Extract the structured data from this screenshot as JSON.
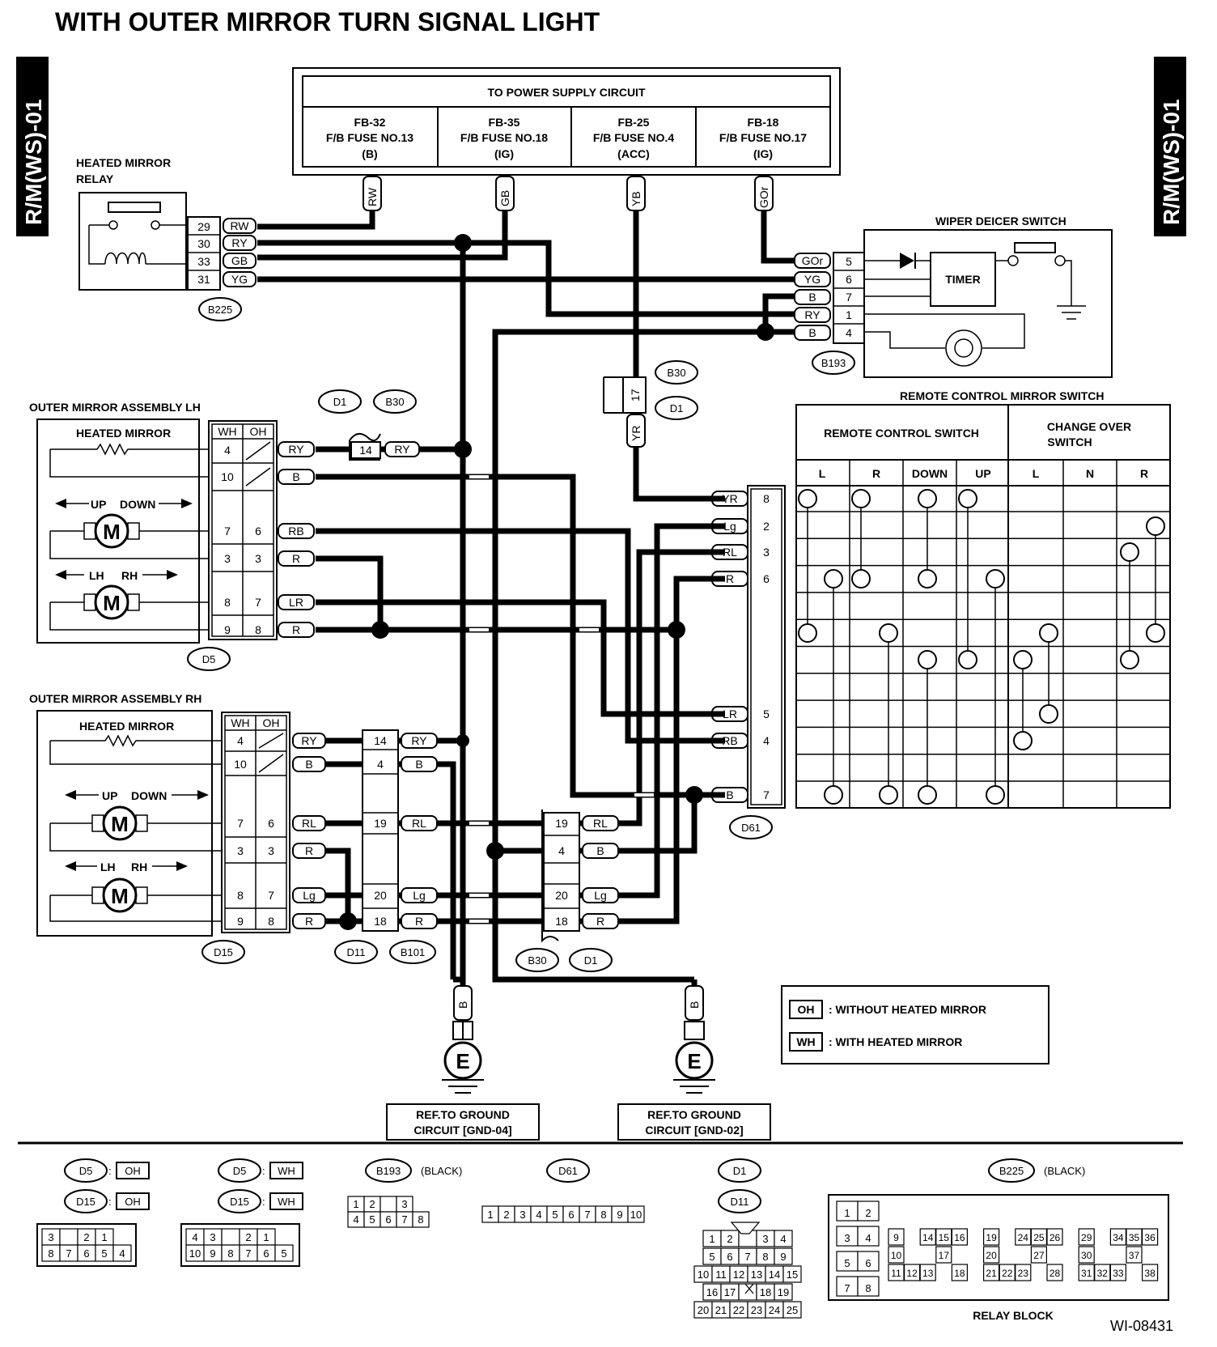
{
  "title": "WITH OUTER MIRROR TURN SIGNAL LIGHT",
  "side_tag": "R/M(WS)-01",
  "figure_id": "WI-08431",
  "power_box": {
    "header": "TO POWER SUPPLY CIRCUIT",
    "fuses": [
      {
        "line1": "FB-32",
        "line2": "F/B  FUSE  NO.13",
        "line3": "(B)"
      },
      {
        "line1": "FB-35",
        "line2": "F/B  FUSE  NO.18",
        "line3": "(IG)"
      },
      {
        "line1": "FB-25",
        "line2": "F/B  FUSE NO.4",
        "line3": "(ACC)"
      },
      {
        "line1": "FB-18",
        "line2": "F/B  FUSE  NO.17",
        "line3": "(IG)"
      }
    ],
    "wire_tags": [
      "RW",
      "GB",
      "YB",
      "GOr"
    ]
  },
  "relay": {
    "title1": "HEATED MIRROR",
    "title2": "RELAY",
    "connector": "B225",
    "pins": [
      {
        "pin": "29",
        "wire": "RW"
      },
      {
        "pin": "30",
        "wire": "RY"
      },
      {
        "pin": "33",
        "wire": "GB"
      },
      {
        "pin": "31",
        "wire": "YG"
      }
    ]
  },
  "deicer": {
    "title": "WIPER DEICER SWITCH",
    "timer": "TIMER",
    "connector": "B193",
    "pins": [
      {
        "pin": "5",
        "wire": "GOr"
      },
      {
        "pin": "6",
        "wire": "YG"
      },
      {
        "pin": "7",
        "wire": "B"
      },
      {
        "pin": "1",
        "wire": "RY"
      },
      {
        "pin": "4",
        "wire": "B"
      }
    ]
  },
  "junction_top": {
    "c1": "B30",
    "c2": "D1",
    "pin": "17",
    "wire": "YR"
  },
  "mirror_lh": {
    "title": "OUTER MIRROR ASSEMBLY LH",
    "heater": "HEATED MIRROR",
    "motor1": {
      "left": "UP",
      "right": "DOWN",
      "symbol": "M"
    },
    "motor2": {
      "left": "LH",
      "right": "RH",
      "symbol": "M"
    },
    "col_wh": "WH",
    "col_oh": "OH",
    "connector": "D5",
    "rows": [
      {
        "wh": "4",
        "oh": "",
        "wire": "RY"
      },
      {
        "wh": "10",
        "oh": "",
        "wire": "B"
      },
      {
        "wh": "7",
        "oh": "6",
        "wire": "RB"
      },
      {
        "wh": "3",
        "oh": "3",
        "wire": "R"
      },
      {
        "wh": "8",
        "oh": "7",
        "wire": "LR"
      },
      {
        "wh": "9",
        "oh": "8",
        "wire": "R"
      }
    ],
    "junction": {
      "c1": "D1",
      "c2": "B30",
      "pin": "14",
      "wire": "RY"
    }
  },
  "mirror_rh": {
    "title": "OUTER MIRROR ASSEMBLY RH",
    "heater": "HEATED MIRROR",
    "motor1": {
      "left": "UP",
      "right": "DOWN",
      "symbol": "M"
    },
    "motor2": {
      "left": "LH",
      "right": "RH",
      "symbol": "M"
    },
    "col_wh": "WH",
    "col_oh": "OH",
    "connector": "D15",
    "rows": [
      {
        "wh": "4",
        "oh": "",
        "wire": "RY"
      },
      {
        "wh": "10",
        "oh": "",
        "wire": "B"
      },
      {
        "wh": "7",
        "oh": "6",
        "wire": "RL"
      },
      {
        "wh": "3",
        "oh": "3",
        "wire": "R"
      },
      {
        "wh": "8",
        "oh": "7",
        "wire": "Lg"
      },
      {
        "wh": "9",
        "oh": "8",
        "wire": "R"
      }
    ]
  },
  "d11_block": {
    "c1": "D11",
    "c2": "B101",
    "rows": [
      {
        "pin": "14",
        "wire": "RY"
      },
      {
        "pin": "4",
        "wire": "B"
      },
      {
        "pin": "19",
        "wire": "RL"
      },
      {
        "pin": "20",
        "wire": "Lg"
      },
      {
        "pin": "18",
        "wire": "R"
      }
    ]
  },
  "b30_block": {
    "c1": "B30",
    "c2": "D1",
    "rows": [
      {
        "pin": "19",
        "wire": "RL"
      },
      {
        "pin": "4",
        "wire": "B"
      },
      {
        "pin": "20",
        "wire": "Lg"
      },
      {
        "pin": "18",
        "wire": "R"
      }
    ]
  },
  "switch": {
    "title": "REMOTE CONTROL MIRROR SWITCH",
    "group1": "REMOTE CONTROL SWITCH",
    "group2_line1": "CHANGE OVER",
    "group2_line2": "SWITCH",
    "cols": [
      "L",
      "R",
      "DOWN",
      "UP",
      "L",
      "N",
      "R"
    ],
    "connector": "D61",
    "pins": [
      {
        "pin": "8",
        "wire": "YR"
      },
      {
        "pin": "2",
        "wire": "Lg"
      },
      {
        "pin": "3",
        "wire": "RL"
      },
      {
        "pin": "6",
        "wire": "R"
      },
      {
        "pin": "",
        "wire": ""
      },
      {
        "pin": "",
        "wire": ""
      },
      {
        "pin": "",
        "wire": ""
      },
      {
        "pin": "5",
        "wire": "LR"
      },
      {
        "pin": "4",
        "wire": "RB"
      },
      {
        "pin": "",
        "wire": ""
      },
      {
        "pin": "7",
        "wire": "B"
      }
    ]
  },
  "grounds": [
    {
      "wire": "B",
      "symbol": "E",
      "ref1": "REF.TO GROUND",
      "ref2": "CIRCUIT [GND-04]"
    },
    {
      "wire": "B",
      "symbol": "E",
      "ref1": "REF.TO GROUND",
      "ref2": "CIRCUIT [GND-02]"
    }
  ],
  "legend": [
    {
      "code": "OH",
      "text": ": WITHOUT HEATED MIRROR"
    },
    {
      "code": "WH",
      "text": ": WITH HEATED MIRROR"
    }
  ],
  "connectors_row": {
    "oh_pair": [
      {
        "id": "D5",
        "tag": "OH"
      },
      {
        "id": "D15",
        "tag": "OH"
      }
    ],
    "wh_pair": [
      {
        "id": "D5",
        "tag": "WH"
      },
      {
        "id": "D15",
        "tag": "WH"
      }
    ],
    "oh_pins_top": [
      "3",
      "",
      "2",
      "1"
    ],
    "oh_pins_bottom": [
      "8",
      "7",
      "6",
      "5",
      "4"
    ],
    "wh_pins_top": [
      "4",
      "3",
      "",
      "2",
      "1"
    ],
    "wh_pins_bottom": [
      "10",
      "9",
      "8",
      "7",
      "6",
      "5"
    ],
    "b193": {
      "id": "B193",
      "color": "(BLACK)",
      "top": [
        "1",
        "2",
        "",
        "3"
      ],
      "bottom": [
        "4",
        "5",
        "6",
        "7",
        "8"
      ]
    },
    "d61": {
      "id": "D61",
      "pins": [
        "1",
        "2",
        "3",
        "4",
        "5",
        "6",
        "7",
        "8",
        "9",
        "10"
      ]
    },
    "d1": {
      "id1": "D1",
      "id2": "D11",
      "rows": [
        [
          "1",
          "2",
          "",
          "3",
          "4"
        ],
        [
          "5",
          "6",
          "7",
          "8",
          "9"
        ],
        [
          "10",
          "11",
          "12",
          "13",
          "14",
          "15"
        ],
        [
          "16",
          "17",
          "",
          "18",
          "19"
        ],
        [
          "20",
          "21",
          "22",
          "23",
          "24",
          "25"
        ]
      ]
    },
    "b225": {
      "id": "B225",
      "color": "(BLACK)",
      "caption": "RELAY BLOCK",
      "left": [
        [
          "1",
          "2"
        ],
        [
          "3",
          "4"
        ],
        [
          "5",
          "6"
        ],
        [
          "7",
          "8"
        ]
      ],
      "grid": [
        [
          "9",
          "",
          "14",
          "15",
          "16",
          "",
          "19",
          "",
          "24",
          "25",
          "26",
          "",
          "29",
          "",
          "34",
          "35",
          "36"
        ],
        [
          "10",
          "",
          "",
          "17",
          "",
          "",
          "20",
          "",
          "",
          "27",
          "",
          "",
          "30",
          "",
          "",
          "37",
          ""
        ],
        [
          "11",
          "12",
          "13",
          "",
          "18",
          "",
          "21",
          "22",
          "23",
          "",
          "28",
          "",
          "31",
          "32",
          "33",
          "",
          "38"
        ]
      ]
    }
  }
}
